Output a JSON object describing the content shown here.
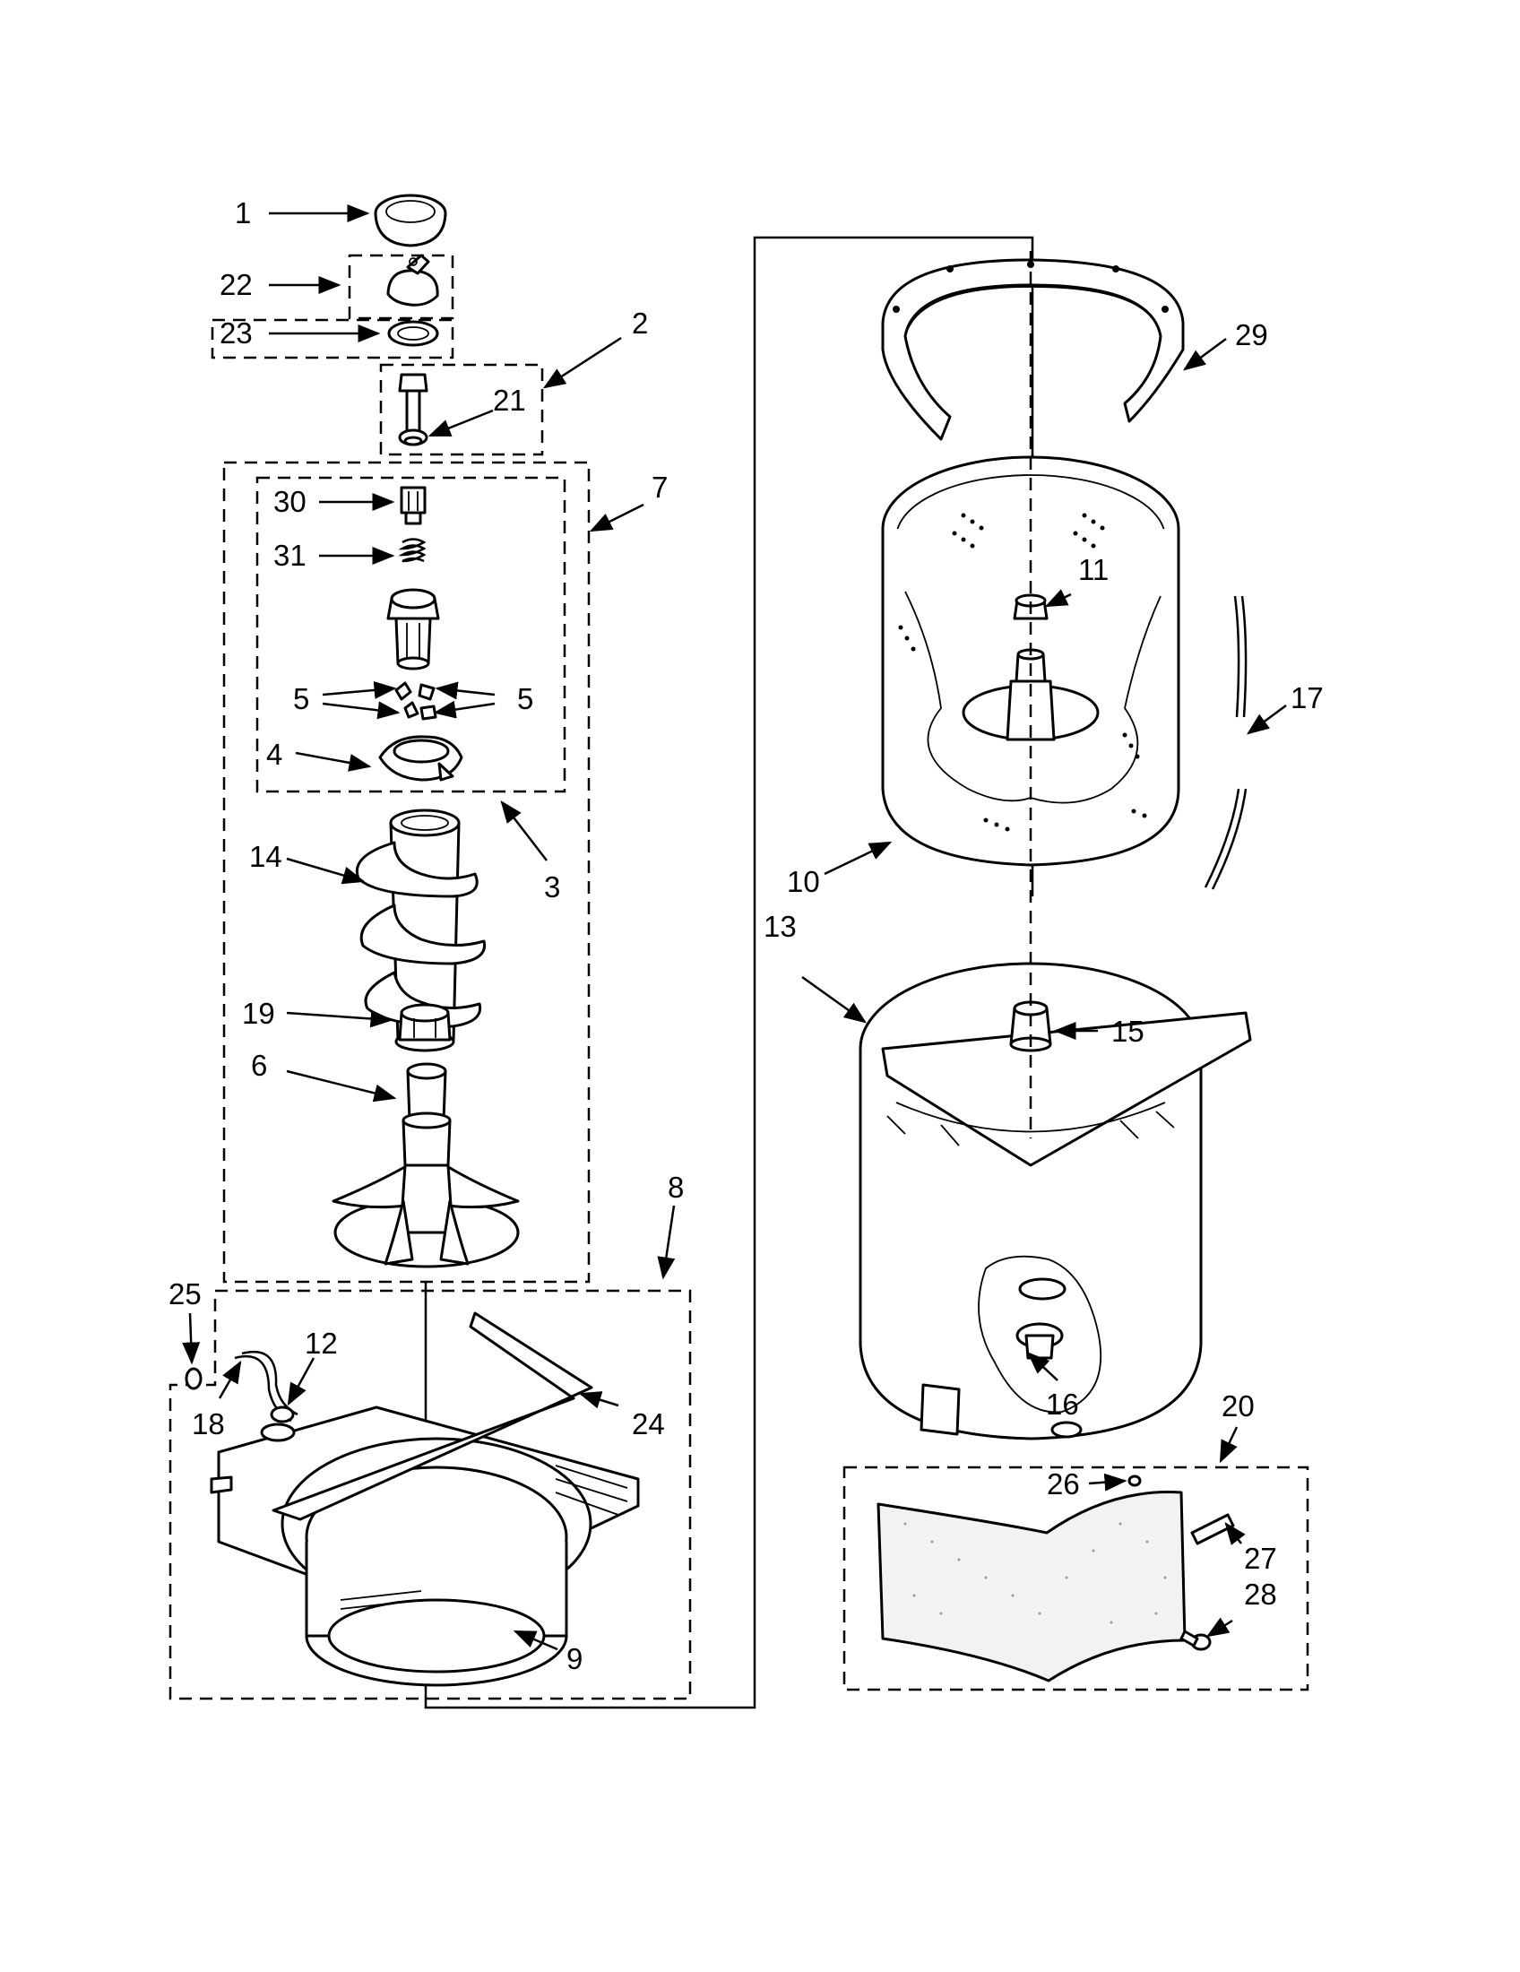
{
  "callouts": [
    "1",
    "22",
    "23",
    "2",
    "21",
    "30",
    "31",
    "7",
    "5",
    "5",
    "4",
    "3",
    "14",
    "19",
    "6",
    "8",
    "25",
    "12",
    "18",
    "24",
    "9",
    "29",
    "11",
    "17",
    "10",
    "13",
    "15",
    "16",
    "20",
    "26",
    "27",
    "28"
  ],
  "colors": {
    "line": "#000000",
    "background": "#ffffff"
  }
}
